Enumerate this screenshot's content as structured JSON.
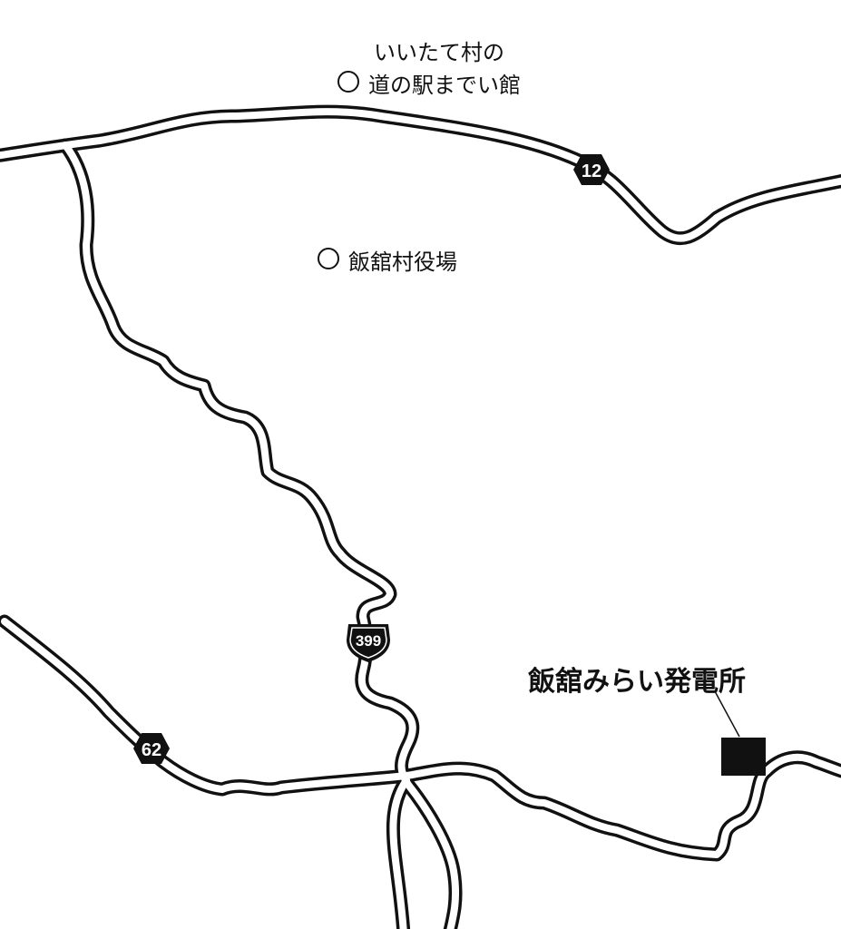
{
  "places": {
    "michinoeki_line1": "いいたて村の",
    "michinoeki_line2": "道の駅までい館",
    "village_office": "飯舘村役場",
    "power_plant": "飯舘みらい発電所"
  },
  "routes": {
    "r12": "12",
    "r399": "399",
    "r62": "62"
  },
  "colors": {
    "road_outline": "#111111",
    "road_fill": "#ffffff"
  }
}
